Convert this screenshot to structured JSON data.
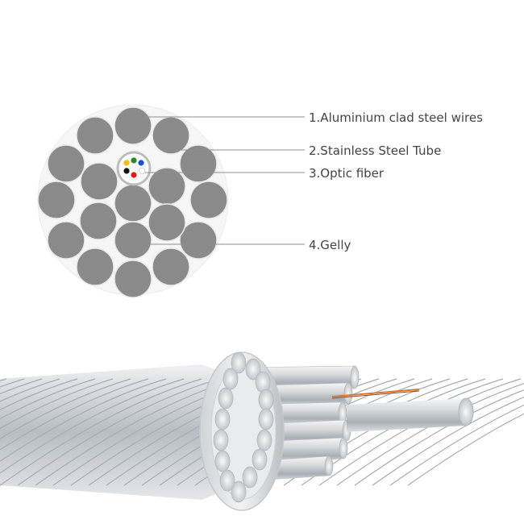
{
  "watermark": "",
  "colors": {
    "wire": "#8a8a8a",
    "wire_outline": "#e9e9e9",
    "tube": "#bdbdbd",
    "leader": "#8f8f8f",
    "label": "#444444",
    "fiber_colors": [
      "#f0c010",
      "#2a8a2a",
      "#1f4fd1",
      "#111111",
      "#d62020",
      "#ffffff"
    ]
  },
  "labels": [
    {
      "id": "aluminium-clad-steel-wires",
      "text": "1.Aluminium clad steel wires"
    },
    {
      "id": "stainless-steel-tube",
      "text": "2.Stainless Steel Tube"
    },
    {
      "id": "optic-fiber",
      "text": "3.Optic fiber"
    },
    {
      "id": "gelly",
      "text": "4.Gelly"
    }
  ]
}
